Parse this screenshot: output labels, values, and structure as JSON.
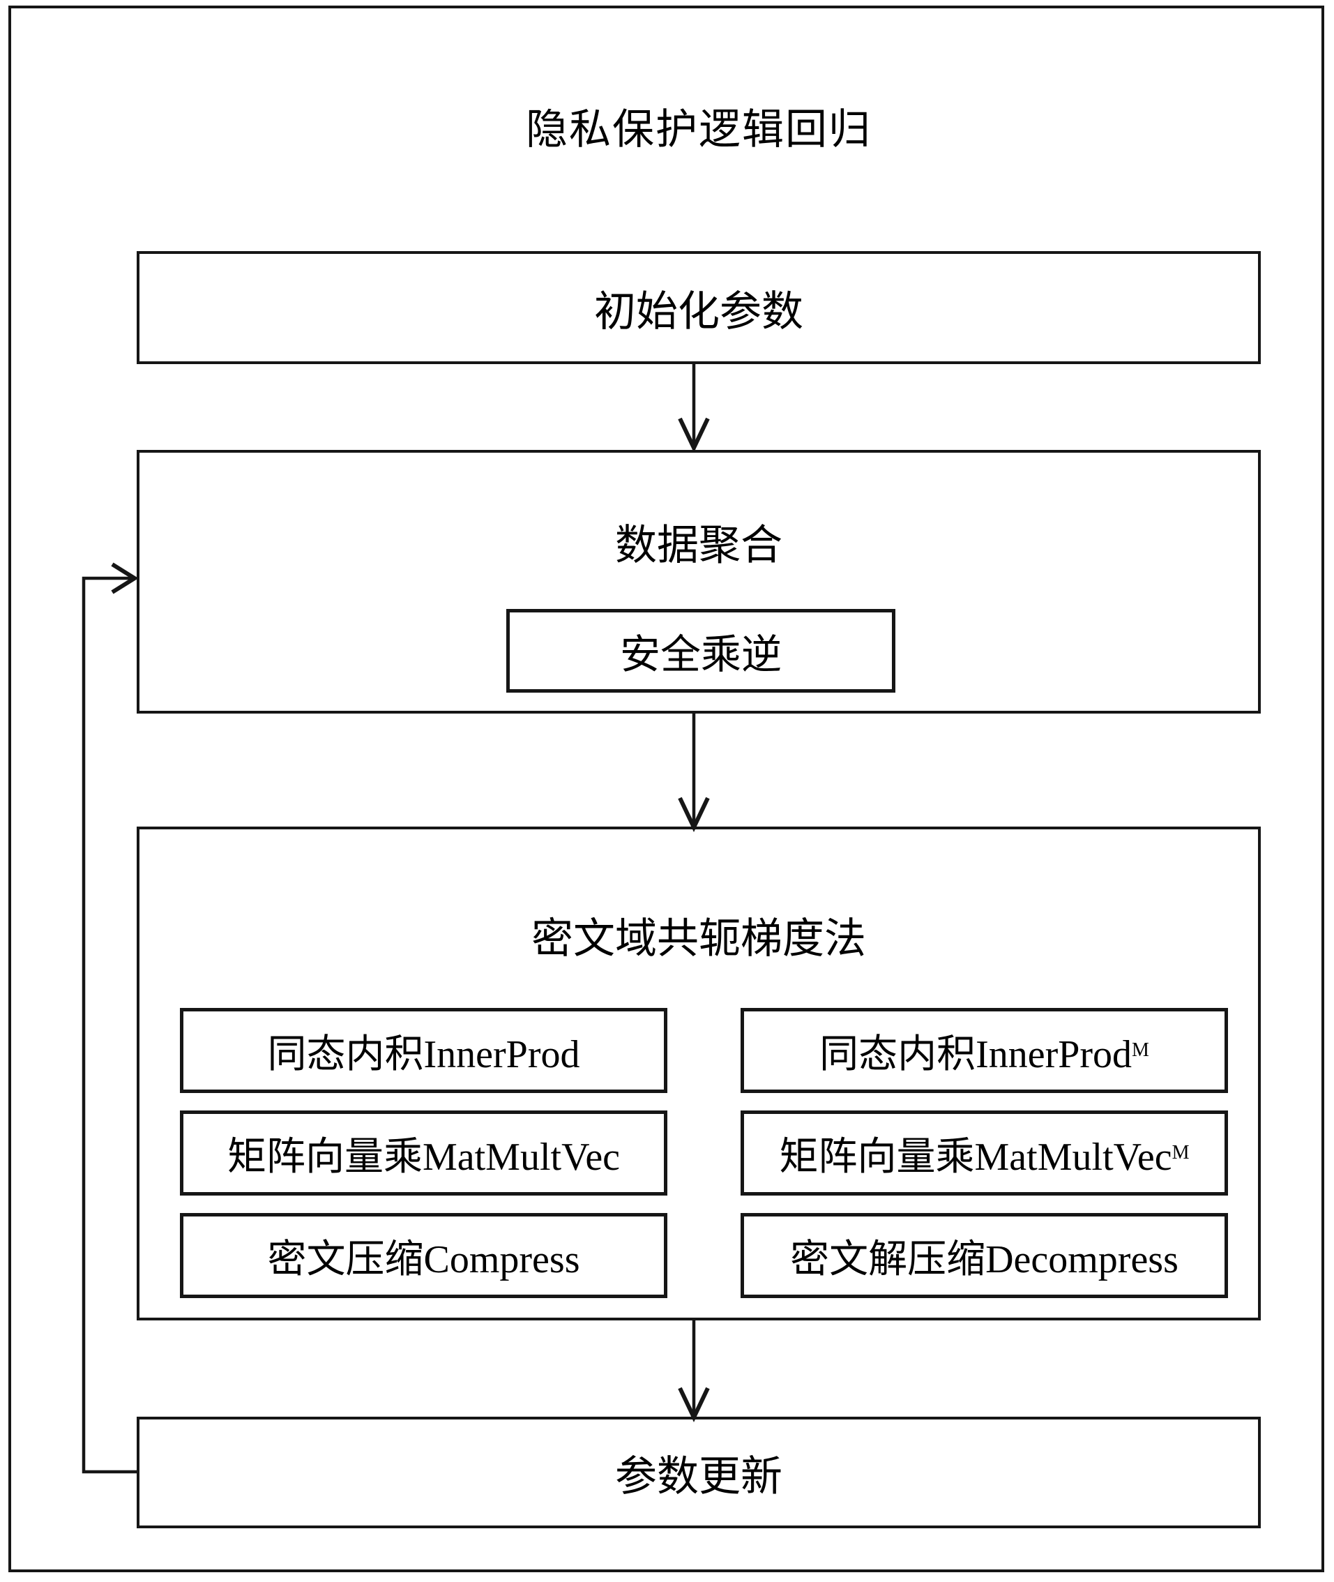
{
  "diagram": {
    "title": "隐私保护逻辑回归",
    "nodes": {
      "init": {
        "label": "初始化参数"
      },
      "aggregation": {
        "label": "数据聚合",
        "sub_node": {
          "label": "安全乘逆"
        }
      },
      "conjugate_gradient": {
        "label": "密文域共轭梯度法",
        "sub_nodes": [
          {
            "label": "同态内积InnerProd",
            "subscript": ""
          },
          {
            "label": "同态内积InnerProd",
            "subscript": "M"
          },
          {
            "label": "矩阵向量乘MatMultVec",
            "subscript": ""
          },
          {
            "label": "矩阵向量乘MatMultVec",
            "subscript": "M"
          },
          {
            "label": "密文压缩Compress",
            "subscript": ""
          },
          {
            "label": "密文解压缩Decompress",
            "subscript": ""
          }
        ]
      },
      "update": {
        "label": "参数更新"
      }
    }
  },
  "colors": {
    "line": "#161616",
    "background": "#ffffff",
    "text": "#000000"
  }
}
